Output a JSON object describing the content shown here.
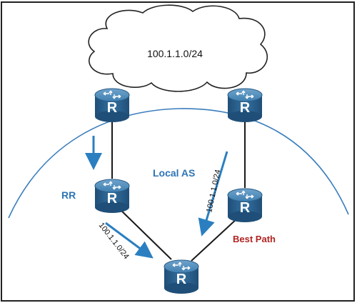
{
  "cloud": {
    "label": "100.1.1.0/24"
  },
  "labels": {
    "rr": "RR",
    "local_as": "Local AS",
    "best_path": "Best Path",
    "route_left": "100.1.1.0/24",
    "route_right": "100.1.1.0/24"
  },
  "routers": [
    {
      "id": "top-left",
      "glyph": "R"
    },
    {
      "id": "top-right",
      "glyph": "R"
    },
    {
      "id": "rr",
      "glyph": "R"
    },
    {
      "id": "right-middle",
      "glyph": "R"
    },
    {
      "id": "bottom",
      "glyph": "R"
    }
  ],
  "colors": {
    "router_body": "#2b5f8a",
    "router_top": "#4a86b4",
    "arrow": "#2b7fc0",
    "as_curve": "#3a7dbd",
    "label_blue": "#2e75b6",
    "best_path_red": "#b22222",
    "link": "#1a1a1a"
  }
}
